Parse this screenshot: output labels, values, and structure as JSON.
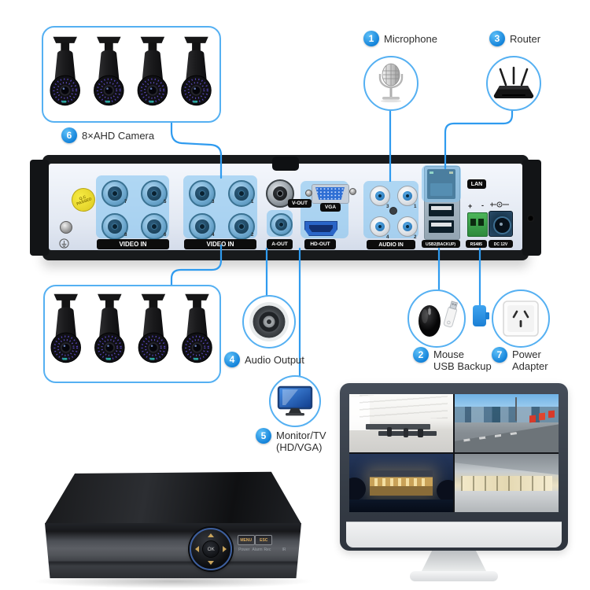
{
  "colors": {
    "accent": "#2f9bef",
    "highlight": "#7ac0ee",
    "badge_bg": "#0c0c0c"
  },
  "callouts": {
    "camera": {
      "num": "6",
      "label": "8×AHD Camera"
    },
    "microphone": {
      "num": "1",
      "label": "Microphone"
    },
    "router": {
      "num": "3",
      "label": "Router"
    },
    "mouse": {
      "num": "2",
      "label_line1": "Mouse",
      "label_line2": "USB Backup"
    },
    "audio_output": {
      "num": "4",
      "label": "Audio Output"
    },
    "monitor": {
      "num": "5",
      "label_line1": "Monitor/TV",
      "label_line2": "(HD/VGA)"
    },
    "power": {
      "num": "7",
      "label_line1": "Power",
      "label_line2": "Adapter"
    }
  },
  "rear_panel": {
    "qc_line1": "Q.C",
    "qc_line2": "PASSED",
    "video_in_left": {
      "label": "VIDEO IN",
      "ports": [
        "7",
        "5",
        "8",
        "6"
      ]
    },
    "video_in_right": {
      "label": "VIDEO IN",
      "ports": [
        "3",
        "1",
        "4",
        "2"
      ]
    },
    "v_out_label": "V-OUT",
    "vga_label": "VGA",
    "a_out_label": "A-OUT",
    "hd_out_label": "HD-OUT",
    "audio_in": {
      "label": "AUDIO IN",
      "ports": [
        "3",
        "1",
        "4",
        "2"
      ]
    },
    "lan_label": "LAN",
    "usb_label": "USB2(BACKUP)",
    "rs485_label": "RS485",
    "rs485_plus": "+",
    "rs485_minus": "-",
    "dc_label": "DC 12V"
  },
  "front_panel": {
    "ok_label": "OK",
    "menu_label": "MENU",
    "esc_label": "ESC",
    "indicators": [
      "Power",
      "Alarm",
      "Rec",
      "IR"
    ]
  }
}
